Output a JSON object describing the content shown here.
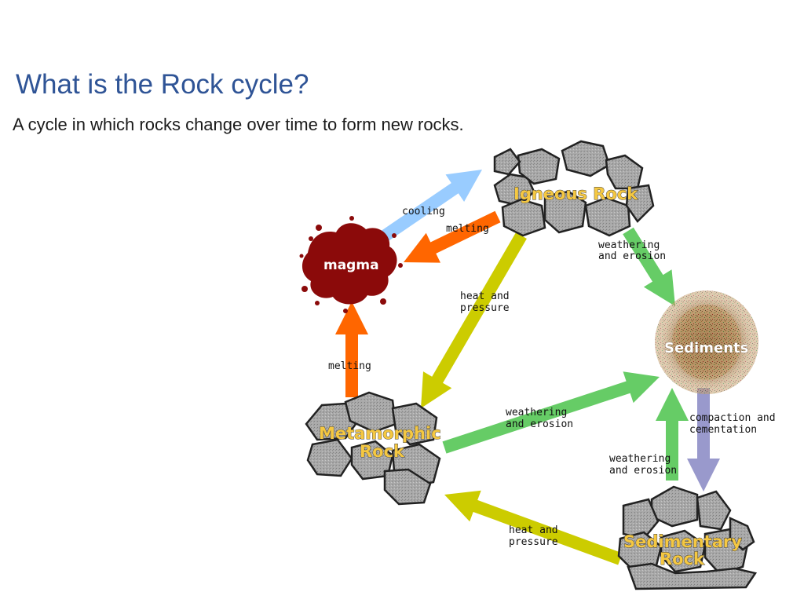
{
  "slide": {
    "title": "What is the Rock cycle?",
    "subtitle": "A cycle in which rocks change over time to form new rocks."
  },
  "nodes": {
    "igneous": "Igneous Rock",
    "magma": "magma",
    "sediments": "Sediments",
    "metamorphic_line1": "Metamorphic",
    "metamorphic_line2": "Rock",
    "sedimentary_line1": "Sedimentary",
    "sedimentary_line2": "Rock"
  },
  "edges": {
    "cooling": "cooling",
    "melting_igneous_magma": "melting",
    "weathering_igneous_line1": "weathering",
    "weathering_igneous_line2": "and erosion",
    "heat_igneous_line1": "heat and",
    "heat_igneous_line2": "pressure",
    "melting_meta_magma": "melting",
    "weathering_meta_line1": "weathering",
    "weathering_meta_line2": "and erosion",
    "compaction_line1": "compaction and",
    "compaction_line2": "cementation",
    "weathering_sed_line1": "weathering",
    "weathering_sed_line2": "and erosion",
    "heat_sed_line1": "heat and",
    "heat_sed_line2": "pressure"
  },
  "colors": {
    "title": "#2f5496",
    "cooling_arrow": "#99ccff",
    "melting_arrow": "#ff6600",
    "heat_pressure_arrow": "#cccc00",
    "weathering_arrow": "#66cc66",
    "compaction_arrow": "#9999cc",
    "magma": "#8b0a0a",
    "rock_fill": "#a8a8a8",
    "node_label": "#f5c842"
  }
}
